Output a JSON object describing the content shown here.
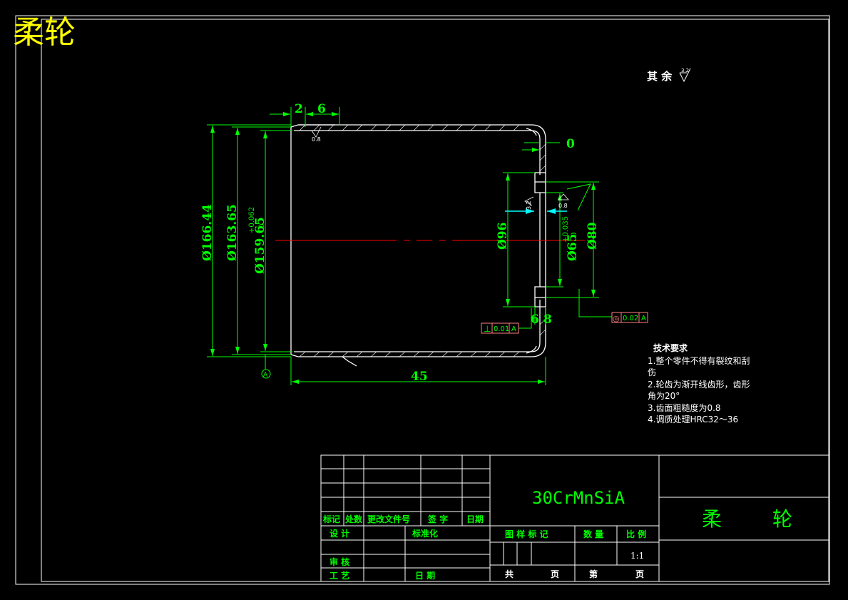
{
  "header": {
    "title": "柔轮"
  },
  "surface_note": {
    "label": "其 余",
    "value": "3.2"
  },
  "dimensions": {
    "d_outer": "Ø166.44",
    "d_mid": "Ø163.65",
    "d_inner": "Ø159.65",
    "d_inner_tol_upper": "+0.062",
    "d_inner_tol_lower": "0",
    "d_hub_96": "Ø96",
    "d_bore": "Ø65",
    "d_bore_tol_upper": "+0.035",
    "d_bore_tol_lower": "0",
    "d_hub_80": "Ø80",
    "len_2": "2",
    "len_6": "6",
    "len_0": "0",
    "len_45": "45",
    "flange_6": "6",
    "flange_8": "8"
  },
  "roughness": {
    "r1": "0.8",
    "r2": "3.2",
    "r3": "0.8"
  },
  "tolerances": {
    "perp_symbol": "⊥",
    "perp_value": "0.01",
    "perp_datum": "A",
    "conc_symbol": "◎",
    "conc_value": "0.02",
    "conc_datum": "A"
  },
  "datum": {
    "label": "A"
  },
  "tech_requirements": {
    "title": "技术要求",
    "lines": [
      "1.整个零件不得有裂纹和刮",
      "伤",
      "2.轮齿为渐开线齿形，齿形",
      "角为20°",
      "3.齿面粗糙度为0.8",
      "4.调质处理HRC32～36"
    ]
  },
  "title_block": {
    "material": "30CrMnSiA",
    "part_name_1": "柔",
    "part_name_2": "轮",
    "rev_headers": [
      "标记",
      "处数",
      "更改文件号",
      "签 字",
      "日期"
    ],
    "design": "设 计",
    "standardization": "标准化",
    "review": "审 核",
    "process": "工 艺",
    "date": "日 期",
    "drawing_mark": "图 样 标 记",
    "quantity": "数 量",
    "scale_label": "比 例",
    "scale_value": "1:1",
    "total_label": "共",
    "page_label": "页",
    "sheet_label": "第",
    "sheet_page_label": "页"
  },
  "colors": {
    "frame": "#ffffff",
    "dimension": "#00ff00",
    "centerline": "#ff0000",
    "title_yellow": "#ffff00",
    "tolerance_box": "#ff8080",
    "arrow_cyan": "#00ffff"
  }
}
